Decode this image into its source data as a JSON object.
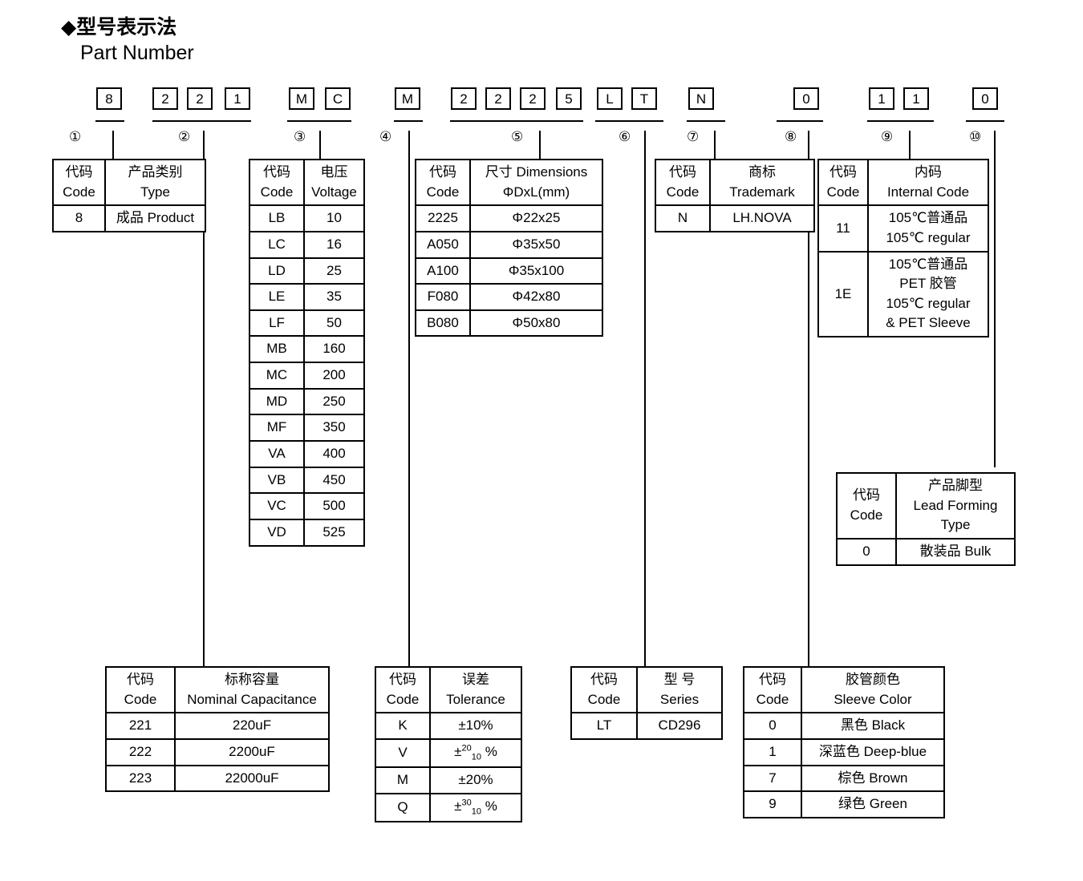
{
  "heading": {
    "bullet": "◆",
    "cn": "型号表示法",
    "en": "Part Number"
  },
  "part_number": {
    "groups": [
      {
        "index": "①",
        "chars": [
          "8"
        ]
      },
      {
        "index": "②",
        "chars": [
          "2",
          "2",
          "1"
        ]
      },
      {
        "index": "③",
        "chars": [
          "M",
          "C"
        ]
      },
      {
        "index": "④",
        "chars": [
          "M"
        ]
      },
      {
        "index": "⑤",
        "chars": [
          "2",
          "2",
          "2",
          "5"
        ]
      },
      {
        "index": "⑥",
        "chars": [
          "L",
          "T"
        ]
      },
      {
        "index": "⑦",
        "chars": [
          "N"
        ]
      },
      {
        "index": "⑧",
        "chars": [
          "0"
        ]
      },
      {
        "index": "⑨",
        "chars": [
          "1",
          "1"
        ]
      },
      {
        "index": "⑩",
        "chars": [
          "0"
        ]
      }
    ],
    "full_code": "8 221 MC M 2225 LT N 0 11 0"
  },
  "tables": {
    "type": {
      "headers": {
        "code_cn": "代码",
        "code_en": "Code",
        "value_cn": "产品类别",
        "value_en": "Type"
      },
      "rows": [
        {
          "code": "8",
          "value": "成品 Product"
        }
      ]
    },
    "voltage": {
      "headers": {
        "code_cn": "代码",
        "code_en": "Code",
        "value_cn": "电压",
        "value_en": "Voltage"
      },
      "rows": [
        {
          "code": "LB",
          "value": "10"
        },
        {
          "code": "LC",
          "value": "16"
        },
        {
          "code": "LD",
          "value": "25"
        },
        {
          "code": "LE",
          "value": "35"
        },
        {
          "code": "LF",
          "value": "50"
        },
        {
          "code": "MB",
          "value": "160"
        },
        {
          "code": "MC",
          "value": "200"
        },
        {
          "code": "MD",
          "value": "250"
        },
        {
          "code": "MF",
          "value": "350"
        },
        {
          "code": "VA",
          "value": "400"
        },
        {
          "code": "VB",
          "value": "450"
        },
        {
          "code": "VC",
          "value": "500"
        },
        {
          "code": "VD",
          "value": "525"
        }
      ]
    },
    "dimensions": {
      "headers": {
        "code_cn": "代码",
        "code_en": "Code",
        "value_cn": "尺寸 Dimensions",
        "value_en": "ΦDxL(mm)"
      },
      "rows": [
        {
          "code": "2225",
          "value": "Φ22x25"
        },
        {
          "code": "A050",
          "value": "Φ35x50"
        },
        {
          "code": "A100",
          "value": "Φ35x100"
        },
        {
          "code": "F080",
          "value": "Φ42x80"
        },
        {
          "code": "B080",
          "value": "Φ50x80"
        }
      ]
    },
    "trademark": {
      "headers": {
        "code_cn": "代码",
        "code_en": "Code",
        "value_cn": "商标",
        "value_en": "Trademark"
      },
      "rows": [
        {
          "code": "N",
          "value": "LH.NOVA"
        }
      ]
    },
    "internal_code": {
      "headers": {
        "code_cn": "代码",
        "code_en": "Code",
        "value_cn": "内码",
        "value_en": "Internal Code"
      },
      "rows": [
        {
          "code": "11",
          "line1": "105℃普通品",
          "line2": "105℃ regular",
          "line3": "",
          "line4": ""
        },
        {
          "code": "1E",
          "line1": "105℃普通品",
          "line2": "PET 胶管",
          "line3": "105℃ regular",
          "line4": "& PET Sleeve"
        }
      ]
    },
    "lead_forming": {
      "headers": {
        "code_cn": "代码",
        "code_en": "Code",
        "value_cn": "产品脚型",
        "value_en": "Lead Forming",
        "value_en2": "Type"
      },
      "rows": [
        {
          "code": "0",
          "value": "散装品 Bulk"
        }
      ]
    },
    "capacitance": {
      "headers": {
        "code_cn": "代码",
        "code_en": "Code",
        "value_cn": "标称容量",
        "value_en": "Nominal Capacitance"
      },
      "rows": [
        {
          "code": "221",
          "value": "220uF"
        },
        {
          "code": "222",
          "value": "2200uF"
        },
        {
          "code": "223",
          "value": "22000uF"
        }
      ]
    },
    "tolerance": {
      "headers": {
        "code_cn": "代码",
        "code_en": "Code",
        "value_cn": "误差",
        "value_en": "Tolerance"
      },
      "rows": [
        {
          "code": "K",
          "value": "±10%",
          "sup": "",
          "sub": ""
        },
        {
          "code": "V",
          "value": "",
          "sup": "20",
          "sub": "10"
        },
        {
          "code": "M",
          "value": "±20%",
          "sup": "",
          "sub": ""
        },
        {
          "code": "Q",
          "value": "",
          "sup": "30",
          "sub": "10"
        }
      ]
    },
    "series": {
      "headers": {
        "code_cn": "代码",
        "code_en": "Code",
        "value_cn": "型 号",
        "value_en": "Series"
      },
      "rows": [
        {
          "code": "LT",
          "value": "CD296"
        }
      ]
    },
    "sleeve_color": {
      "headers": {
        "code_cn": "代码",
        "code_en": "Code",
        "value_cn": "胶管颜色",
        "value_en": "Sleeve Color"
      },
      "rows": [
        {
          "code": "0",
          "value": "黑色 Black"
        },
        {
          "code": "1",
          "value": "深蓝色 Deep-blue"
        },
        {
          "code": "7",
          "value": "棕色 Brown"
        },
        {
          "code": "9",
          "value": "绿色 Green"
        }
      ]
    }
  }
}
